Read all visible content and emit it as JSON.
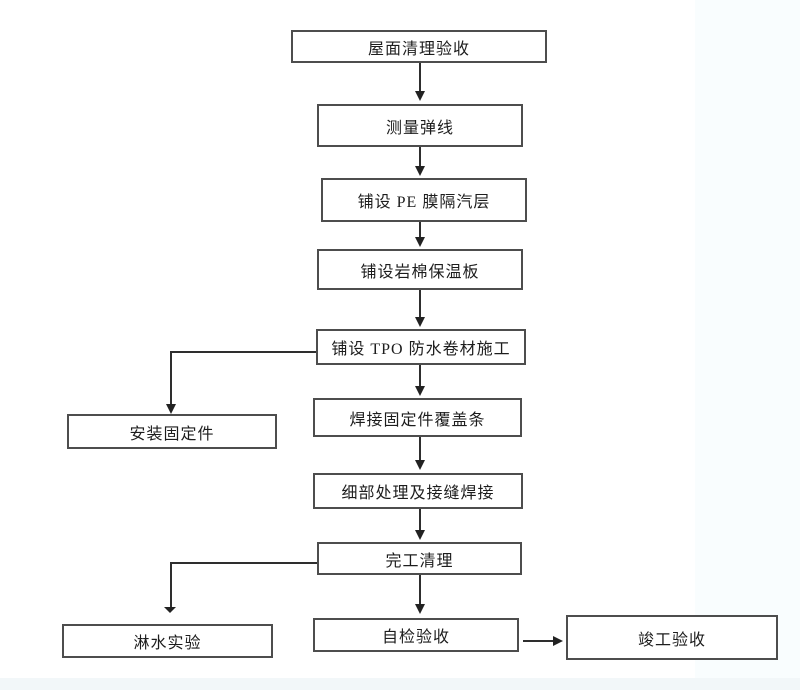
{
  "page": {
    "background": "#ffffff",
    "bottom_strip_color": "#f2f7f9",
    "right_tint_color": "#f9fdfe"
  },
  "diagram": {
    "type": "flowchart",
    "line_color": "#2e2e2e",
    "box_border_color": "#4d4d4d",
    "text_color": "#1d1d1d",
    "nodes": {
      "roof_cleaning": "屋面清理验收",
      "measure_snap_line": "测量弹线",
      "pe_film_vapor_barrier": "铺设 PE 膜隔汽层",
      "rock_wool_insulation": "铺设岩棉保温板",
      "tpo_membrane": "铺设 TPO 防水卷材施工",
      "install_fixings": "安装固定件",
      "weld_fixing_cover_strip": "焊接固定件覆盖条",
      "detail_and_seam_welding": "细部处理及接缝焊接",
      "completion_cleanup": "完工清理",
      "water_spray_test": "淋水实验",
      "self_inspection": "自检验收",
      "completion_acceptance": "竣工验收"
    },
    "edges": [
      [
        "roof_cleaning",
        "measure_snap_line"
      ],
      [
        "measure_snap_line",
        "pe_film_vapor_barrier"
      ],
      [
        "pe_film_vapor_barrier",
        "rock_wool_insulation"
      ],
      [
        "rock_wool_insulation",
        "tpo_membrane"
      ],
      [
        "tpo_membrane",
        "install_fixings"
      ],
      [
        "tpo_membrane",
        "weld_fixing_cover_strip"
      ],
      [
        "weld_fixing_cover_strip",
        "detail_and_seam_welding"
      ],
      [
        "detail_and_seam_welding",
        "completion_cleanup"
      ],
      [
        "completion_cleanup",
        "water_spray_test"
      ],
      [
        "completion_cleanup",
        "self_inspection"
      ],
      [
        "self_inspection",
        "completion_acceptance"
      ]
    ]
  }
}
